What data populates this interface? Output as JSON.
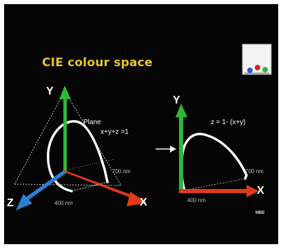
{
  "slide": {
    "title": "CIE colour space",
    "title_color": "#e8c52a",
    "background": "#050505",
    "left_diagram": {
      "axes": {
        "x": "X",
        "y": "Y",
        "z": "Z"
      },
      "plane_label": "Plane",
      "plane_equation": "x+y+z =1",
      "wavelength_high": "700 nm",
      "wavelength_low": "400 nm"
    },
    "right_diagram": {
      "axes": {
        "x": "X",
        "y": "Y"
      },
      "equation": "z = 1- (x+y)",
      "wavelength_high": "700 nm",
      "wavelength_low": "400 nm"
    },
    "thumbnail_icon": "rgb-spheres-icon",
    "footer_mark": "MBE",
    "axis_colors": {
      "x": "#e0391c",
      "y": "#2db83a",
      "z": "#2a7fd1"
    },
    "arrow_icon": "right-arrow-icon"
  }
}
